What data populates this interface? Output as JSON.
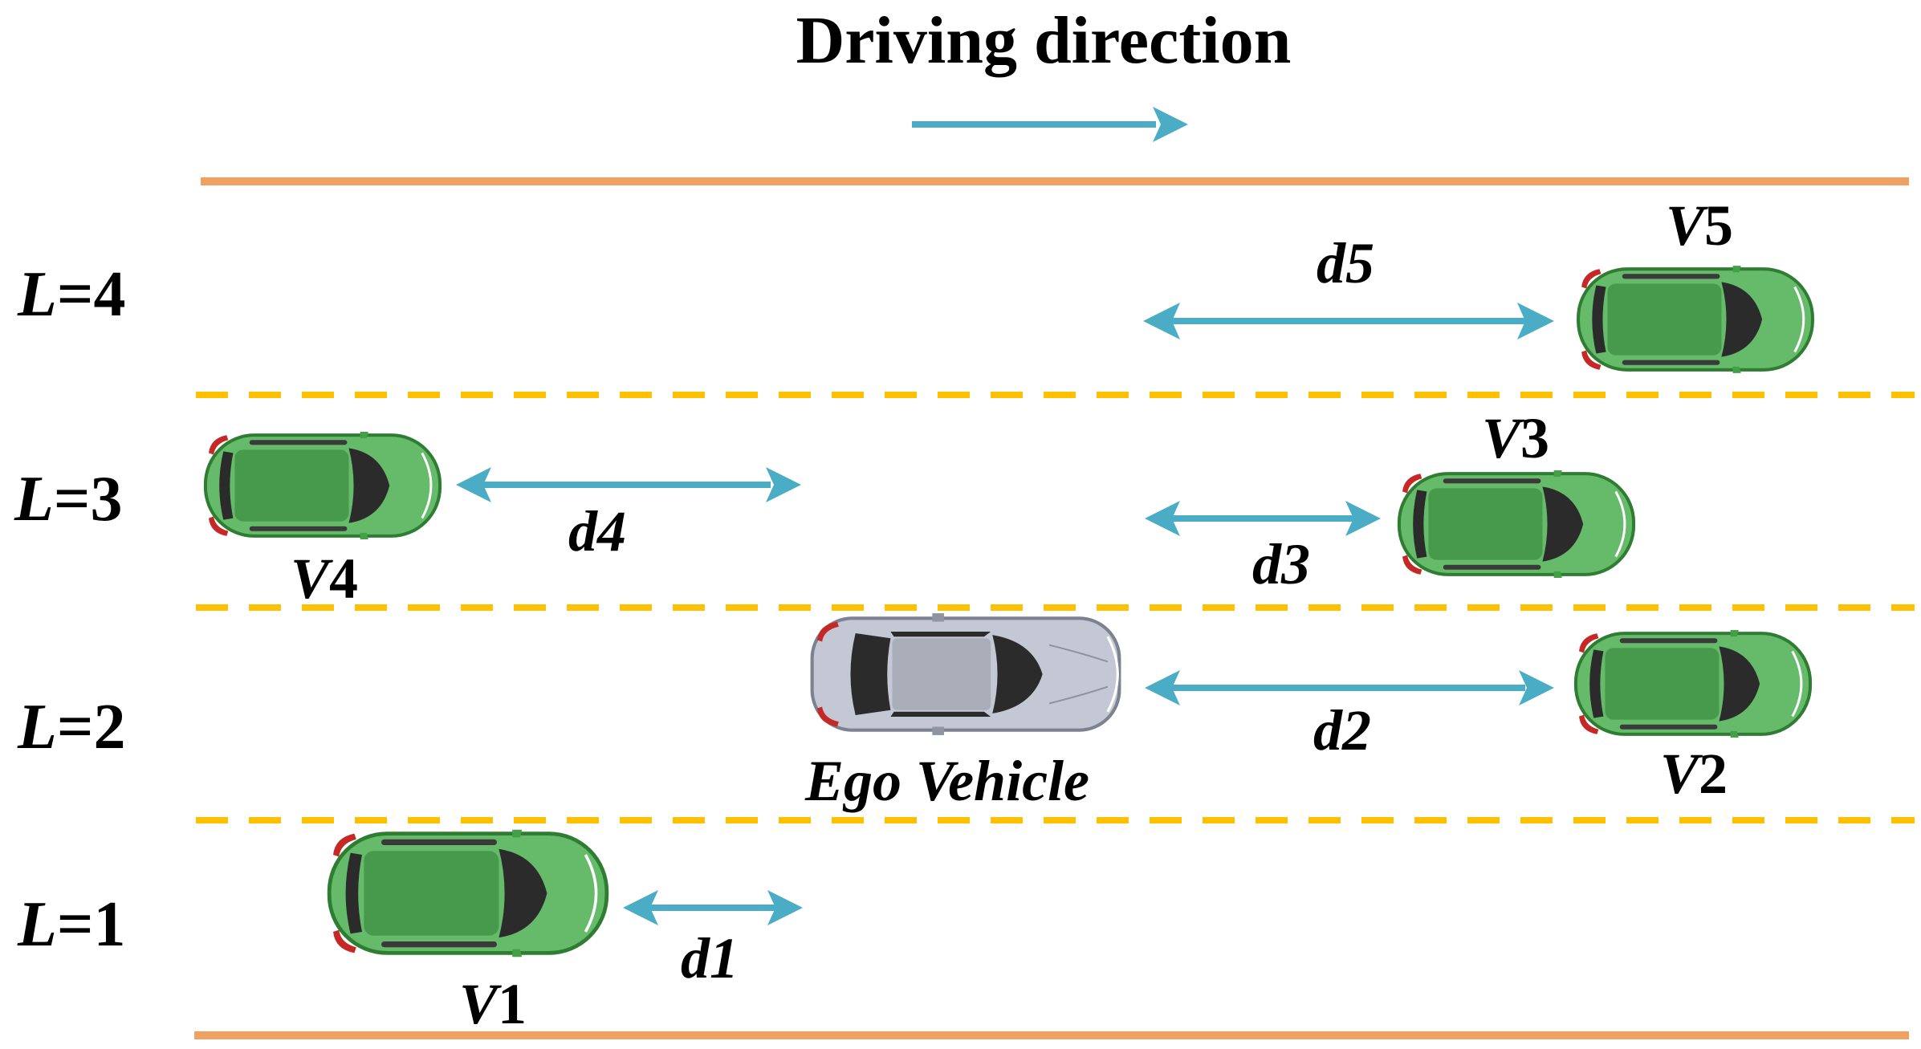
{
  "title": "Driving direction",
  "lanes": [
    {
      "prefix": "L",
      "eq": "=1"
    },
    {
      "prefix": "L",
      "eq": "=2"
    },
    {
      "prefix": "L",
      "eq": "=3"
    },
    {
      "prefix": "L",
      "eq": "=4"
    }
  ],
  "ego": {
    "label": "Ego Vehicle"
  },
  "vehicles": [
    {
      "id": "V1",
      "letter": "V",
      "num": "1"
    },
    {
      "id": "V2",
      "letter": "V",
      "num": "2"
    },
    {
      "id": "V3",
      "letter": "V",
      "num": "3"
    },
    {
      "id": "V4",
      "letter": "V",
      "num": "4"
    },
    {
      "id": "V5",
      "letter": "V",
      "num": "5"
    }
  ],
  "distances": [
    {
      "letter": "d",
      "num": "1"
    },
    {
      "letter": "d",
      "num": "2"
    },
    {
      "letter": "d",
      "num": "3"
    },
    {
      "letter": "d",
      "num": "4"
    },
    {
      "letter": "d",
      "num": "5"
    }
  ],
  "colors": {
    "road_edge": "#F0A060",
    "lane_divider": "#FFC000",
    "arrow": "#4BACC6",
    "vehicle_green": "#5CB85C",
    "vehicle_green_dark": "#2E7D32",
    "ego_silver": "#B8BCC8",
    "window_dark": "#2B2B2B",
    "text": "#000000"
  }
}
